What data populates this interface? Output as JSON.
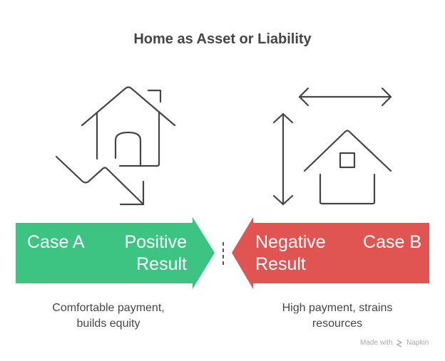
{
  "title": "Home as Asset or Liability",
  "colors": {
    "positive": "#3dc382",
    "negative": "#e05552",
    "icon_stroke": "#454545",
    "text": "#454545"
  },
  "case_a": {
    "label": "Case A",
    "result_line1": "Positive",
    "result_line2": "Result",
    "description_line1": "Comfortable payment,",
    "description_line2": "builds equity",
    "icon": "house-with-downtrend-arrow-icon"
  },
  "case_b": {
    "label": "Case B",
    "result_line1": "Negative",
    "result_line2": "Result",
    "description_line1": "High payment, strains",
    "description_line2": "resources",
    "icon": "house-with-dimension-arrows-icon"
  },
  "footer": {
    "made_with": "Made with",
    "brand": "Napkin"
  }
}
